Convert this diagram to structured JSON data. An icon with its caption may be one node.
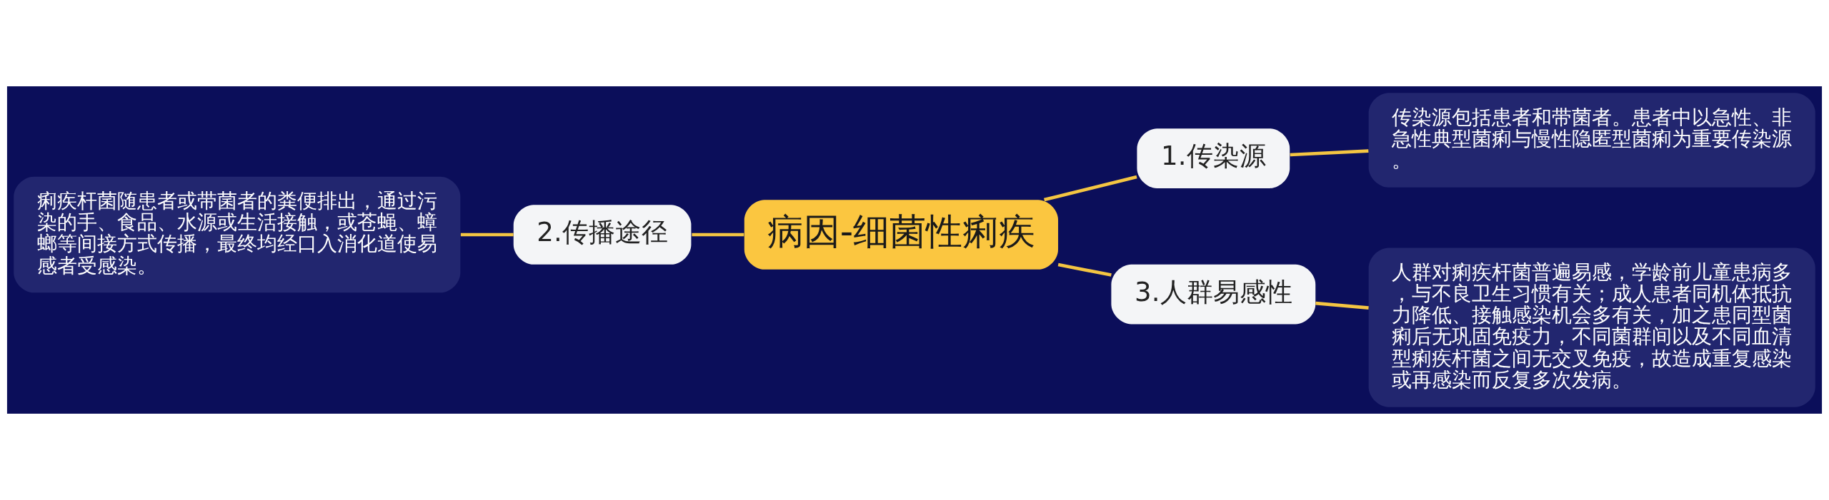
{
  "diagram": {
    "nodes": [
      {
        "text": [
          "病因-细菌性痢疾"
        ]
      },
      {
        "text": [
          "1.传染源"
        ]
      },
      {
        "text": [
          "传染源包括患者和带菌者。患者中以急性、非急性典型菌痢与慢性隐匿型菌痢为重要传染源。"
        ]
      },
      {
        "text": [
          "2.传播途径"
        ]
      },
      {
        "text": [
          "痢疾杆菌随患者或带菌者的粪便排出，通过污染的手、食品、水源或生活接触，或苍蝇、蟑螂等间接方式传播，最终均经口入消化道使易感者受感染。"
        ]
      },
      {
        "text": [
          "3.人群易感性"
        ]
      },
      {
        "text": [
          "人群对痢疾杆菌普遍易感，学龄前儿童患病多，与不良卫生习惯有关；成人患者同机体抵抗力降低、接触感染机会多有关，加之患同型菌痢后无巩固免疫力，不同菌群间以及不同血清型痢疾杆菌之间无交叉免疫，故造成重复感染或再感染而反复多次发病。"
        ]
      }
    ],
    "edges": [
      {
        "from": 0,
        "to": 1,
        "arrow": "none"
      },
      {
        "from": 1,
        "to": 2,
        "arrow": "none"
      },
      {
        "from": 0,
        "to": 3,
        "arrow": "none"
      },
      {
        "from": 3,
        "to": 4,
        "arrow": "none"
      },
      {
        "from": 0,
        "to": 5,
        "arrow": "none"
      },
      {
        "from": 5,
        "to": 6,
        "arrow": "none"
      }
    ]
  }
}
